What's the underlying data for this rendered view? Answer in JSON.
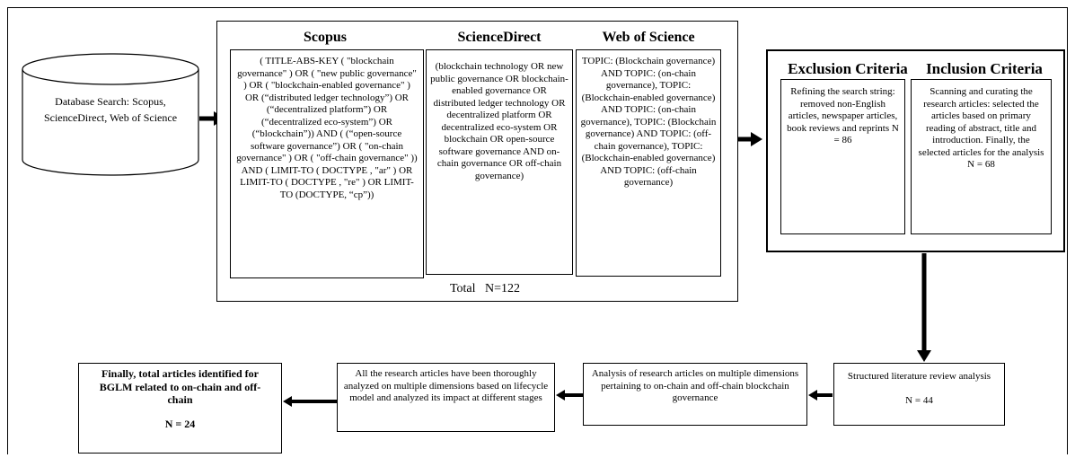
{
  "database": {
    "label": "Database Search: Scopus, ScienceDirect, Web of Science"
  },
  "search": {
    "scopus": {
      "header": "Scopus",
      "query": "( TITLE-ABS-KEY ( \"blockchain governance\" ) OR ( \"new public governance\" ) OR ( \"blockchain-enabled governance\" ) OR (“distributed ledger technology”) OR (“decentralized platform”) OR (“decentralized eco-system”) OR (“blockchain”)) AND ( (“open-source software governance”) OR ( \"on-chain governance\" ) OR ( \"off-chain governance\" )) AND ( LIMIT-TO ( DOCTYPE , \"ar\" ) OR LIMIT-TO ( DOCTYPE , \"re\" ) OR LIMIT-TO (DOCTYPE, “cp”))"
    },
    "sciencedirect": {
      "header": "ScienceDirect",
      "query": "(blockchain technology OR new public governance OR blockchain-enabled governance OR distributed ledger technology OR decentralized platform OR decentralized eco-system OR blockchain OR open-source software governance AND on-chain governance OR off-chain governance)"
    },
    "webofscience": {
      "header": "Web of Science",
      "query": "TOPIC: (Blockchain governance) AND TOPIC: (on-chain governance), TOPIC: (Blockchain-enabled governance) AND TOPIC: (on-chain governance), TOPIC: (Blockchain governance) AND TOPIC: (off-chain governance), TOPIC: (Blockchain-enabled governance) AND TOPIC: (off-chain governance)"
    },
    "total": "Total   N=122"
  },
  "criteria": {
    "exclusion": {
      "header": "Exclusion Criteria",
      "text": "Refining the search string: removed non-English articles, newspaper articles, book reviews and reprints N = 86"
    },
    "inclusion": {
      "header": "Inclusion Criteria",
      "text": "Scanning and curating the research articles: selected the articles based on primary reading of abstract, title and introduction. Finally, the selected articles for the analysis N = 68"
    }
  },
  "steps": {
    "structured": {
      "text": "Structured literature review analysis",
      "n": "N = 44"
    },
    "analysis": {
      "text": "Analysis of research articles on multiple dimensions pertaining to on-chain and off-chain blockchain governance"
    },
    "lifecycle": {
      "text": "All the research articles have been thoroughly analyzed on multiple dimensions based on lifecycle model and analyzed its impact at different stages"
    },
    "final": {
      "text": "Finally, total articles identified for BGLM related to on-chain and off-chain",
      "n": "N = 24"
    }
  }
}
